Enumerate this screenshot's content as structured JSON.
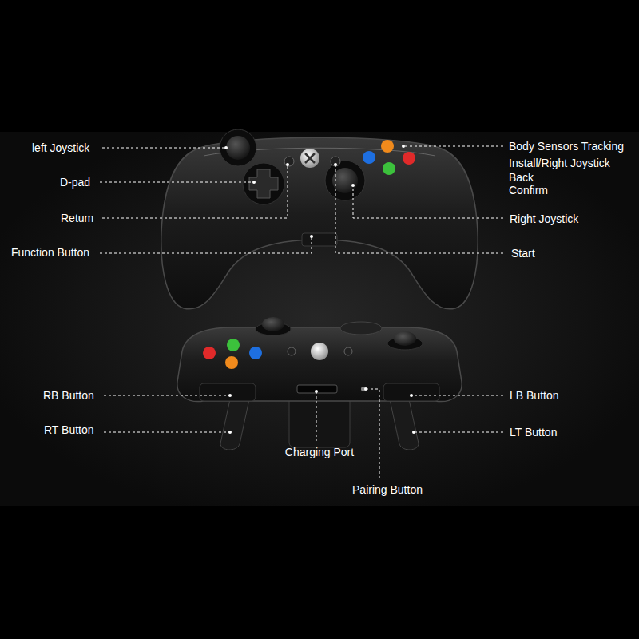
{
  "diagram": {
    "labels": [
      "left Joystick",
      "D-pad",
      "Retum",
      "Function Button",
      "Body Sensors Tracking",
      "Install/Right Joystick",
      "Back",
      "Confirm",
      "Right Joystick",
      "Start",
      "RB Button",
      "RT Button",
      "LB Button",
      "LT Button",
      "Charging Port",
      "Pairing Button"
    ]
  }
}
